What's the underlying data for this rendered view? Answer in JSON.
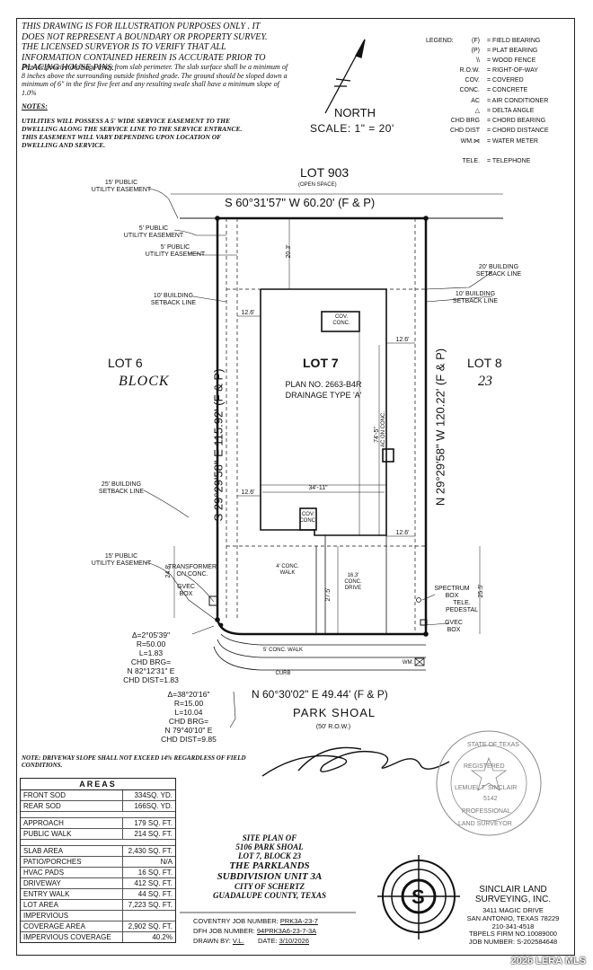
{
  "disclaimer": "THIS DRAWING IS FOR ILLUSTRATION PURPOSES ONLY . IT DOES NOT REPRESENT A BOUNDARY OR PROPERTY SURVEY. THE LICENSED SURVEYOR IS TO VERIFY THAT ALL INFORMATION CONTAINED HEREIN IS ACCURATE PRIOR TO PLACING HOUSE PINS.",
  "drainage_note": "Provide positive drainage away from slab perimeter. The slab surface shall be a minimum of 8 inches above the surrounding outside finished grade. The ground should be sloped down a minimum of 6\" in the first five feet and any resulting swale shall have a minimum slope of 1.0%",
  "notes_heading": "NOTES:",
  "utility_note": "UTILITIES WILL POSSESS A 5' WIDE SERVICE EASEMENT TO THE DWELLING ALONG THE SERVICE LINE TO THE SERVICE ENTRANCE. THIS EASEMENT WILL VARY DEPENDING UPON LOCATION OF DWELLING AND SERVICE.",
  "legend": {
    "title": "LEGEND:",
    "items": [
      {
        "abbr": "(F)",
        "desc": "= FIELD BEARING"
      },
      {
        "abbr": "(P)",
        "desc": "= PLAT BEARING"
      },
      {
        "abbr": "\\\\",
        "desc": "= WOOD FENCE"
      },
      {
        "abbr": "R.O.W.",
        "desc": "= RIGHT-OF-WAY"
      },
      {
        "abbr": "COV.",
        "desc": "= COVERED"
      },
      {
        "abbr": "CONC.",
        "desc": "= CONCRETE"
      },
      {
        "abbr": "AC",
        "desc": "= AIR CONDITIONER"
      },
      {
        "abbr": "△",
        "desc": "= DELTA ANGLE"
      },
      {
        "abbr": "CHD BRG",
        "desc": "= CHORD BEARING"
      },
      {
        "abbr": "CHD DIST",
        "desc": "= CHORD DISTANCE"
      },
      {
        "abbr": "WM.⋈",
        "desc": "= WATER METER"
      },
      {
        "abbr": "TELE.",
        "desc": "= TELEPHONE"
      }
    ]
  },
  "north_label": "NORTH",
  "scale": "SCALE:  1\" = 20'",
  "plan": {
    "lot_top": "LOT 903",
    "open_space": "(OPEN SPACE)",
    "bearing_top": "S 60°31'57\" W 60.20' (F & P)",
    "bearing_left": "S 29°29'58\" E 115.92' (F & P)",
    "bearing_right": "N 29°29'58\" W 120.22' (F & P)",
    "bearing_bottom": "N 60°30'02\" E 49.44' (F & P)",
    "lot_left": "LOT 6",
    "block": "BLOCK",
    "lot_right": "LOT 8",
    "block_no": "23",
    "lot_title": "LOT 7",
    "plan_no": "PLAN NO. 2663-B4R",
    "drainage_type": "DRAINAGE TYPE 'A'",
    "street": "PARK SHOAL",
    "row": "(50' R.O.W.)",
    "ue15_top": "15' PUBLIC\nUTILITY EASEMENT",
    "ue5_a": "5' PUBLIC\nUTILITY EASEMENT",
    "ue5_b": "5' PUBLIC\nUTILITY EASEMENT",
    "bsl10_left": "10' BUILDING\nSETBACK LINE",
    "bsl20": "20' BUILDING\nSETBACK LINE",
    "bsl10_right": "10' BUILDING\nSETBACK LINE",
    "bsl25": "25' BUILDING\nSETBACK LINE",
    "ue15_bottom": "15' PUBLIC\nUTILITY EASEMENT",
    "transformer": "TRANSFORMER\nON CONC.",
    "gvec_left": "GVEC\nBOX",
    "spectrum": "SPECTRUM\nBOX",
    "tele_ped": "TELE.\nPEDESTAL",
    "gvec_right": "GVEC\nBOX",
    "dim_20_3": "20.3'",
    "dim_12_6a": "12.6'",
    "dim_12_6b": "12.6'",
    "dim_12_6c": "12.6'",
    "dim_12_6d": "12.6'",
    "dim_34_11": "34'-11\"",
    "dim_74_5": "74'-5\"",
    "dim_24_8": "24.8'",
    "dim_27_5": "27.5'",
    "dim_25_5": "25.5'",
    "cov_conc_top": "COV.\nCONC.",
    "ac_conc": "AC ON CONC.",
    "cov_conc_bot": "COV.\nCONC.",
    "walk4": "4' CONC.\nWALK",
    "drive": "16.3'\nCONC.\nDRIVE",
    "walk5": "5' CONC. WALK",
    "curb": "CURB",
    "wm": "WM.",
    "curve1": "Δ=2°05'39\"\nR=50.00\nL=1.83\nCHD BRG=\nN 82°12'31\" E\nCHD DIST=1.83",
    "curve2": "Δ=38°20'16\"\nR=15.00\nL=10.04\nCHD BRG=\nN 79°40'10\" E\nCHD DIST=9.85"
  },
  "driveway_note": "NOTE: DRIVEWAY SLOPE SHALL NOT EXCEED 14% REGARDLESS OF FIELD CONDITIONS.",
  "areas": {
    "title": "AREAS",
    "groups": [
      [
        {
          "k": "FRONT SOD",
          "v": "334SQ. YD."
        },
        {
          "k": "REAR SOD",
          "v": "166SQ. YD."
        }
      ],
      [
        {
          "k": "APPROACH",
          "v": "179 SQ. FT."
        },
        {
          "k": "PUBLIC WALK",
          "v": "214 SQ. FT."
        }
      ],
      [
        {
          "k": "SLAB AREA",
          "v": "2,430 SQ. FT."
        },
        {
          "k": "PATIO/PORCHES",
          "v": "N/A"
        },
        {
          "k": "HVAC PADS",
          "v": "16 SQ. FT."
        },
        {
          "k": "DRIVEWAY",
          "v": "412 SQ. FT."
        },
        {
          "k": "ENTRY WALK",
          "v": "44 SQ. FT."
        },
        {
          "k": "LOT AREA",
          "v": "7,223 SQ. FT."
        },
        {
          "k": "IMPERVIOUS",
          "v": ""
        },
        {
          "k": "COVERAGE AREA",
          "v": "2,902 SQ. FT."
        },
        {
          "k": "IMPERVIOUS COVERAGE",
          "v": "40.2%"
        }
      ]
    ]
  },
  "site_plan": {
    "l1": "SITE PLAN OF",
    "l2": "5106 PARK SHOAL",
    "l3": "LOT 7, BLOCK 23",
    "l4": "THE PARKLANDS",
    "l5": "SUBDIVISION UNIT 3A",
    "l6": "CITY OF SCHERTZ",
    "l7": "GUADALUPE COUNTY, TEXAS"
  },
  "jobs": {
    "coventry_label": "COVENTRY JOB NUMBER:",
    "coventry": "PRK3A-23-7",
    "dfh_label": "DFH JOB NUMBER:",
    "dfh": "94PRK3A6-23-7-3A",
    "drawn_label": "DRAWN BY:",
    "drawn": "V.L.",
    "date_label": "DATE:",
    "date": "3/10/2026"
  },
  "company": {
    "name1": "SINCLAIR LAND",
    "name2": "SURVEYING, INC.",
    "addr1": "3411 MAGIC DRIVE",
    "addr2": "SAN ANTONIO, TEXAS 78229",
    "phone": "210-341-4518",
    "firm": "TBPELS FIRM NO.10089000",
    "job": "JOB NUMBER: S-202584648"
  },
  "seal": {
    "state": "STATE OF TEXAS",
    "registered": "REGISTERED",
    "name": "LEMUEL T. SINCLAIR",
    "number": "5142",
    "professional": "PROFESSIONAL",
    "surveyor": "LAND SURVEYOR"
  },
  "watermark": "2026 LERA MLS"
}
